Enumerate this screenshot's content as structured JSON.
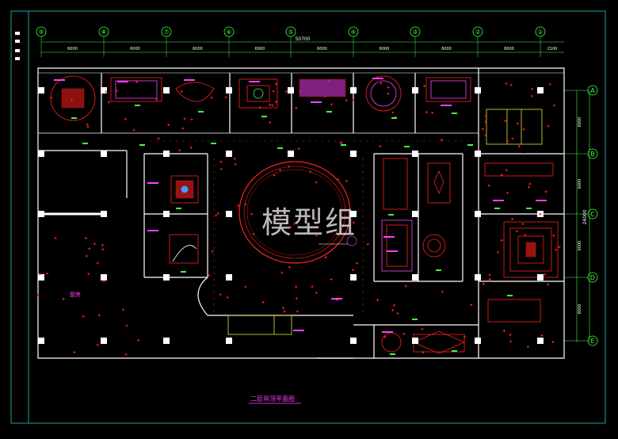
{
  "drawing": {
    "title": "二层吊顶平面图",
    "watermark": "模型组",
    "total_dimension": "50700",
    "right_total_dimension": "24000",
    "room_label": "厨房",
    "column_grid": [
      "⑨",
      "⑧",
      "⑦",
      "⑥",
      "⑤",
      "④",
      "③",
      "②",
      "①"
    ],
    "row_grid": [
      "A",
      "B",
      "C",
      "D",
      "E"
    ],
    "bay_dimensions": [
      "6000",
      "6000",
      "6000",
      "6000",
      "6000",
      "6000",
      "6000",
      "6000",
      "2100"
    ],
    "row_dimensions": [
      "6000",
      "6000",
      "6000",
      "6000"
    ]
  },
  "colors": {
    "background": "#000000",
    "wall": "#ffffff",
    "ceiling_red": "#ff2020",
    "magenta": "#ff40ff",
    "green": "#40ff40",
    "yellow": "#e0e040",
    "frame_cyan": "#20a0a0"
  }
}
